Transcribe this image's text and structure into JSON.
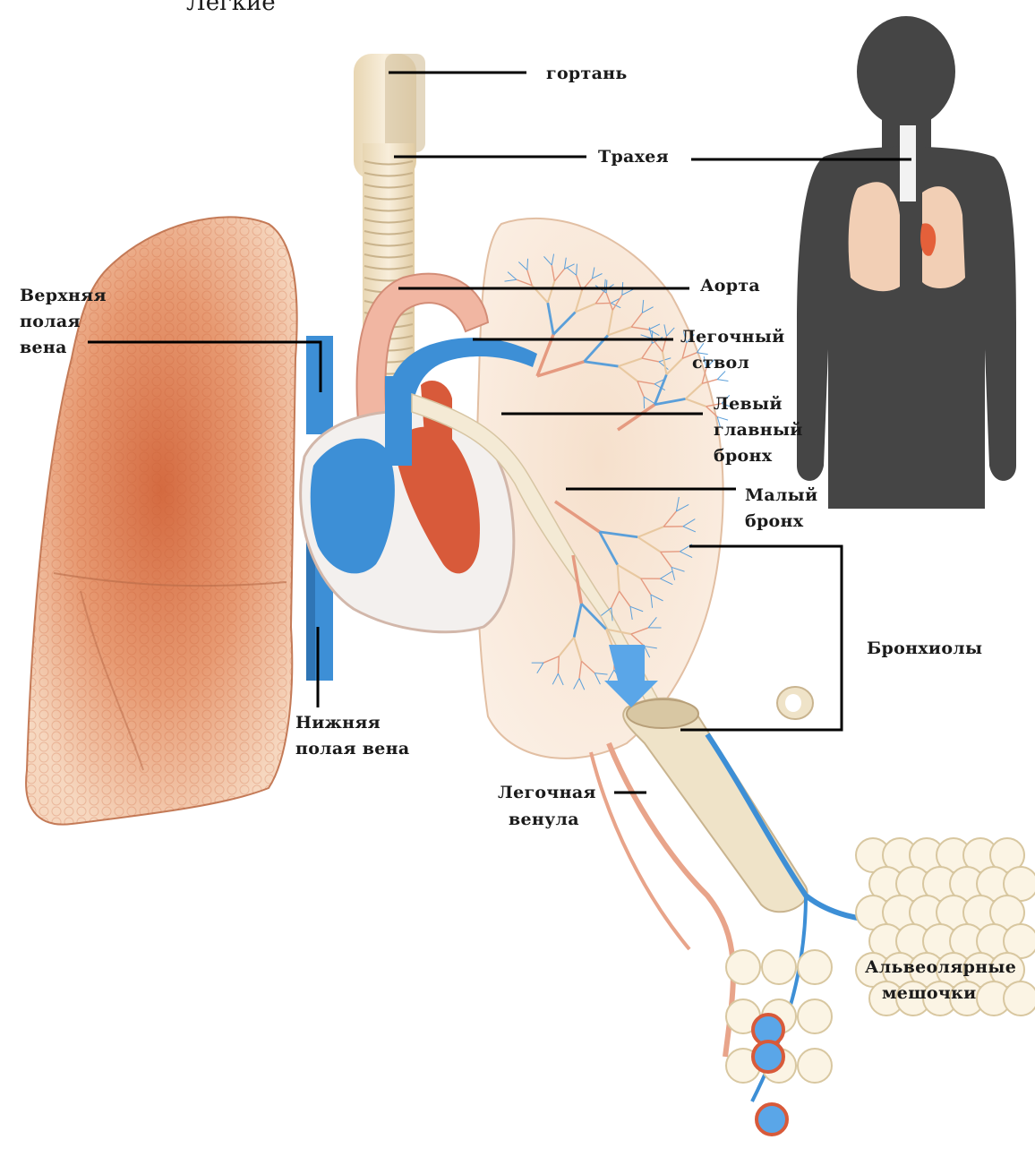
{
  "title": "Легкие",
  "labels": {
    "larynx": "гортань",
    "trachea": "Трахея",
    "superior_vena_cava": [
      "Верхняя",
      "полая",
      "вена"
    ],
    "aorta": "Аорта",
    "pulmonary_trunk": [
      "Легочный",
      "ствол"
    ],
    "left_main_bronchus": [
      "Левый",
      "главный",
      "бронх"
    ],
    "small_bronchus": [
      "Малый",
      "бронх"
    ],
    "bronchioles": "Бронхиолы",
    "inferior_vena_cava": [
      "Нижняя",
      "полая вена"
    ],
    "pulmonary_venule": [
      "Легочная",
      "венула"
    ],
    "alveolar_sacs": [
      "Альвеолярные",
      "мешочки"
    ]
  },
  "colors": {
    "lung_tissue": "#f3c9a8",
    "lung_core": "#d9754a",
    "vein_blue": "#3d8fd6",
    "artery_red": "#d85a3a",
    "cartilage": "#efe0c0",
    "silhouette": "#454545"
  }
}
